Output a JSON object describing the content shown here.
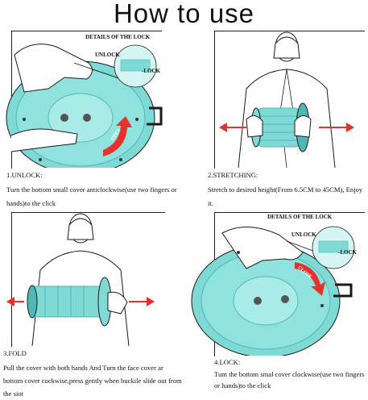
{
  "title": "How to use",
  "panels": [
    {
      "heading": "1.UNLOCK:",
      "text": "Turn the bottom small cover anticlockwise(use two fingers or hands)to the click",
      "detail_title": "DETAILS OF THE LOCK",
      "unlock_label": "UNLOCK",
      "lock_label": "-LOCK",
      "arrow_label": "OPEN"
    },
    {
      "heading": "2.STRETCHING:",
      "text": "Stretch to desired height(From 6.5CM to 45CM), Enjoy it."
    },
    {
      "heading": "3.FOLD",
      "text": "Pull the cover with both hands And Turn the face cover ar bottom cover cockwise,press gently when buckile slide out from the siot"
    },
    {
      "heading": "4.LOCK:",
      "text": "Tum the bottom smal cover clockwise(use two fingers or hands)to the click",
      "detail_title": "DETAILS OF THE LOCK",
      "unlock_label": "UNLOCK",
      "lock_label": "-LOCK",
      "arrow_label": "CLOSE"
    }
  ],
  "colors": {
    "product": "#7fdad6",
    "product_dark": "#4fb8b4",
    "arrow": "#e5322d",
    "line": "#1a1a1a"
  }
}
